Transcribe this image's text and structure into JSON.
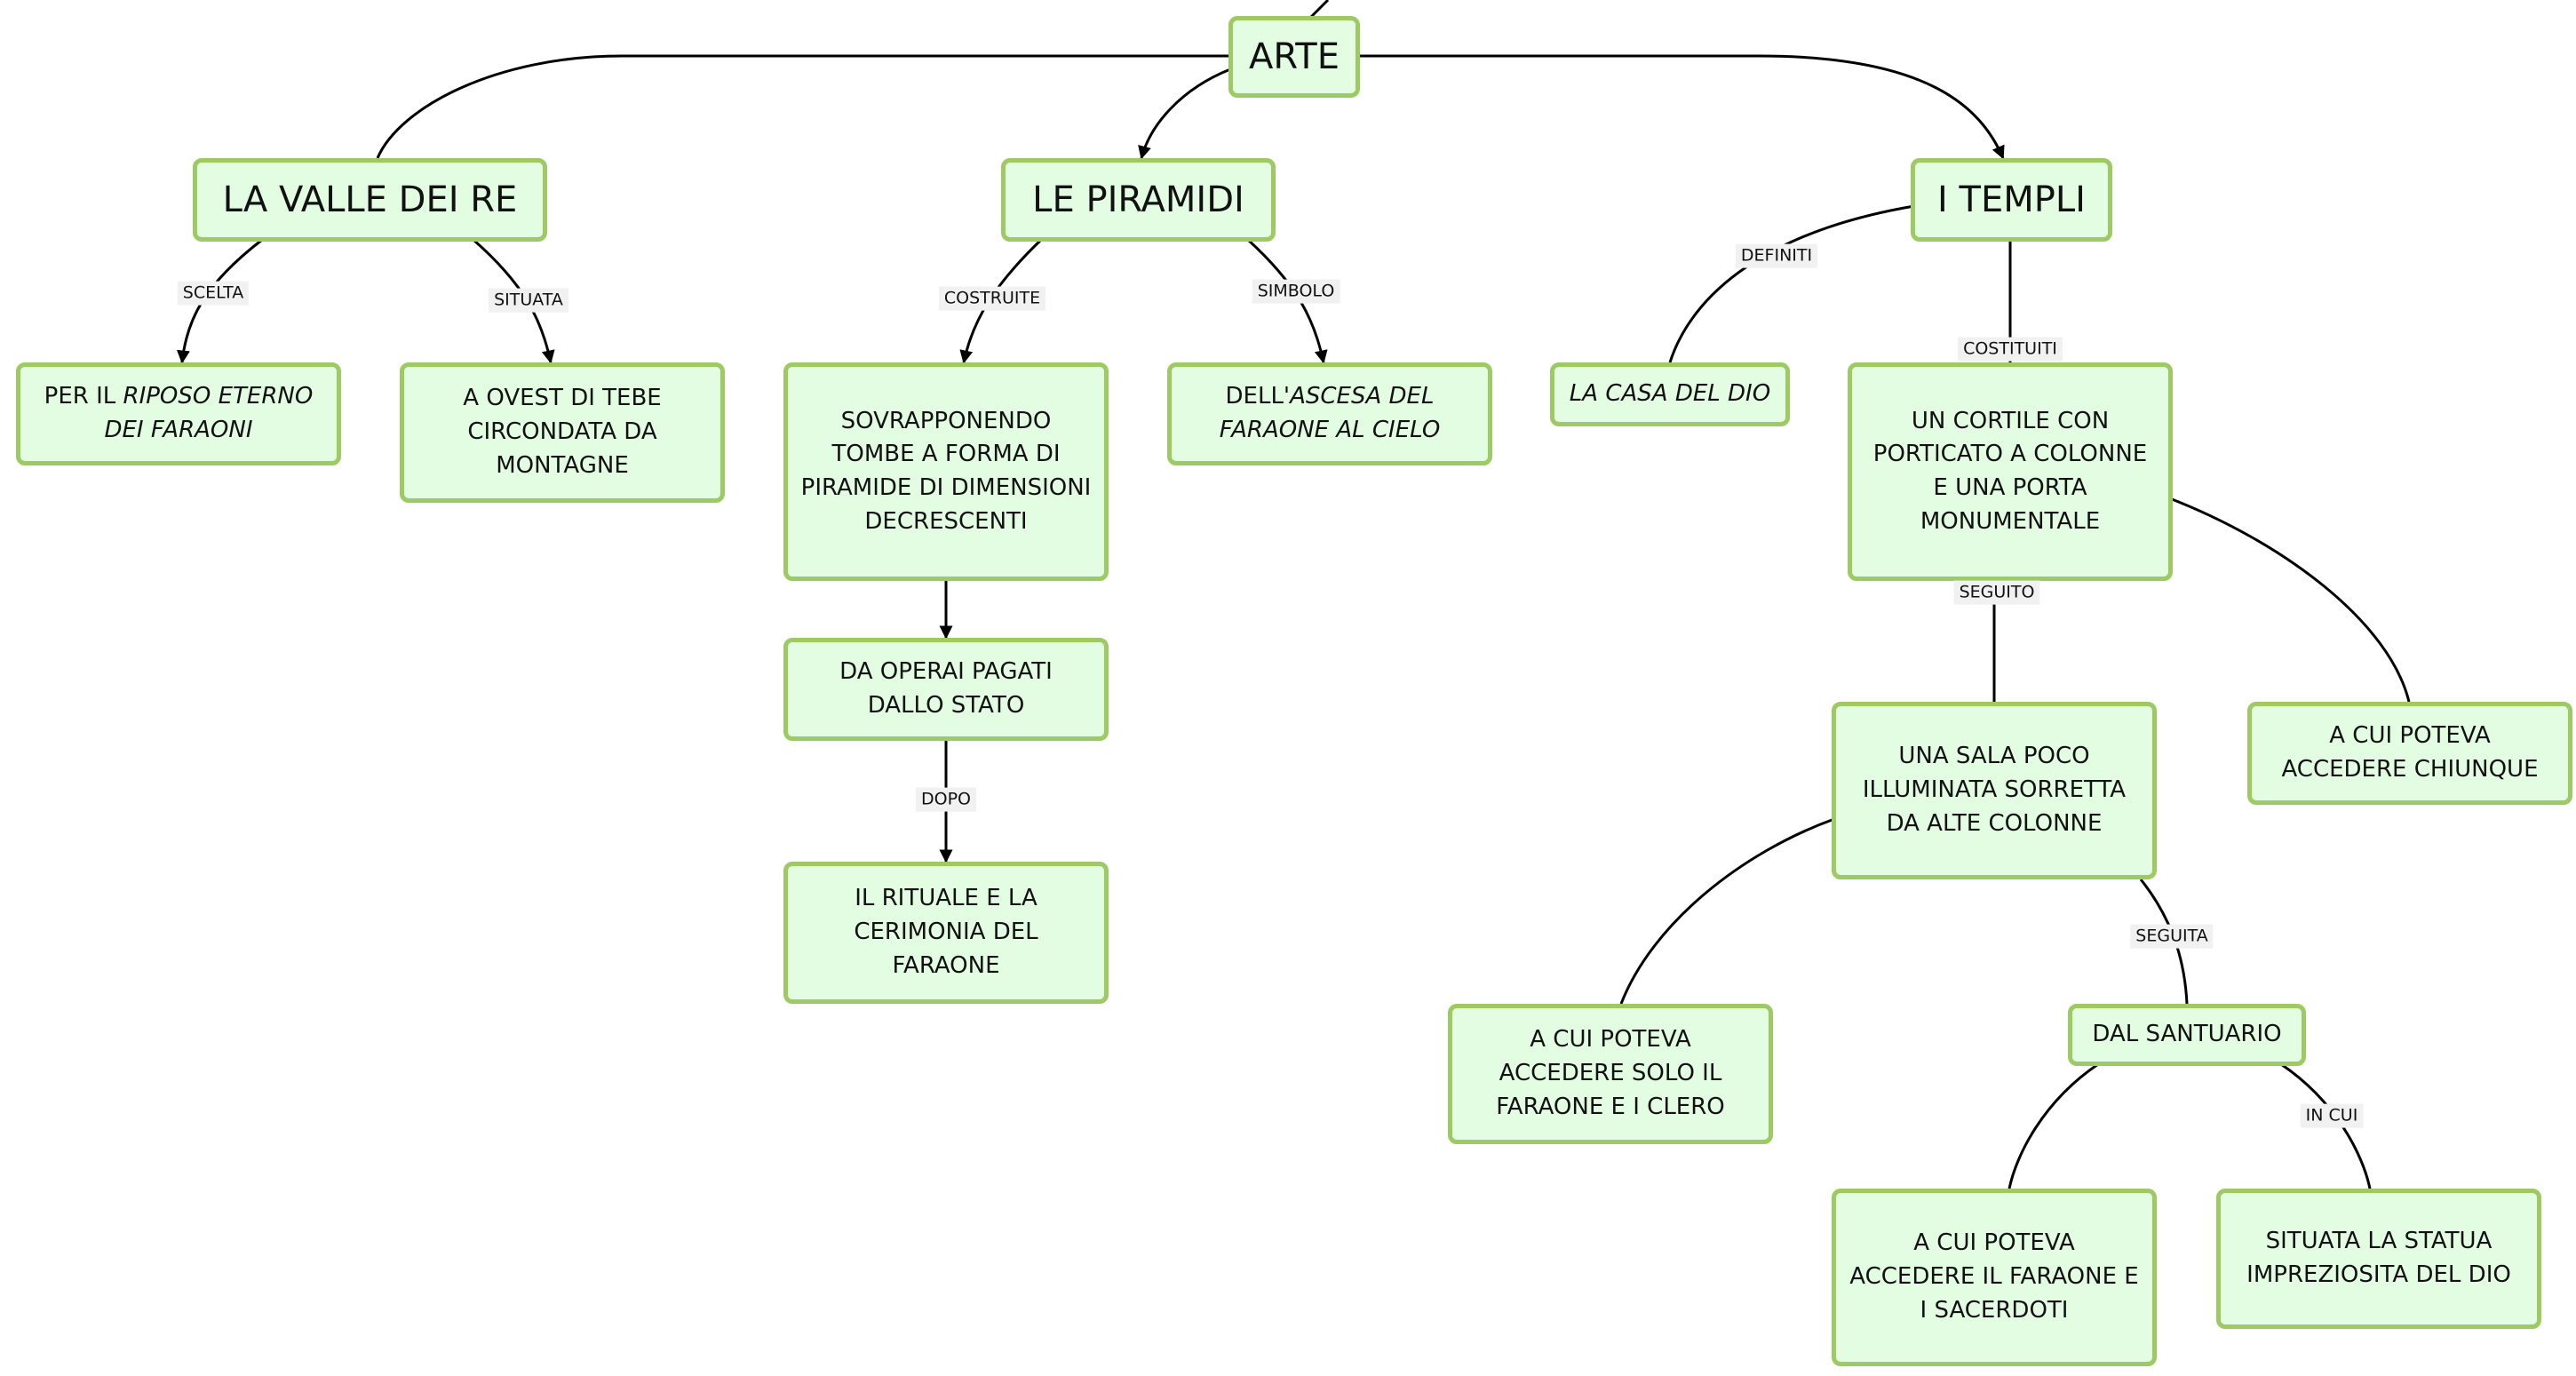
{
  "colors": {
    "node_fill": "#e3fde3",
    "node_border": "#9dca63",
    "edge": "#000000",
    "label_bg": "#f1f1f1"
  },
  "nodes": {
    "arte": "ARTE",
    "valle": "LA VALLE DEI RE",
    "piramidi": "LE PIRAMIDI",
    "templi": "I TEMPLI",
    "riposo_pre": "PER IL ",
    "riposo_it": "RIPOSO ETERNO DEI FARAONI",
    "ovest": "A OVEST DI TEBE CIRCONDATA DA MONTAGNE",
    "sovrapponendo": "SOVRAPPONENDO TOMBE A FORMA DI PIRAMIDE DI DIMENSIONI DECRESCENTI",
    "ascesa_pre": "DELL'",
    "ascesa_it": "ASCESA DEL FARAONE AL CIELO",
    "operai": "DA OPERAI PAGATI DALLO STATO",
    "rituale": "IL RITUALE E LA CERIMONIA DEL FARAONE",
    "casa": "LA CASA DEL DIO",
    "cortile": "UN CORTILE CON PORTICATO A COLONNE E UNA PORTA MONUMENTALE",
    "chiunque": "A CUI POTEVA ACCEDERE CHIUNQUE",
    "sala": "UNA SALA POCO ILLUMINATA SORRETTA DA ALTE COLONNE",
    "solo_faraone": "A CUI POTEVA ACCEDERE SOLO IL FARAONE E I CLERO",
    "santuario": "DAL SANTUARIO",
    "faraone_sacerdoti": "A CUI POTEVA ACCEDERE IL FARAONE E I SACERDOTI",
    "statua": "SITUATA LA STATUA IMPREZIOSITA DEL DIO"
  },
  "labels": {
    "scelta": "SCELTA",
    "situata": "SITUATA",
    "costruite": "COSTRUITE",
    "simbolo": "SIMBOLO",
    "dopo": "DOPO",
    "definiti": "DEFINITI",
    "costituiti": "COSTITUITI",
    "seguito": "SEGUITO",
    "seguita": "SEGUITA",
    "in_cui": "IN CUI"
  }
}
